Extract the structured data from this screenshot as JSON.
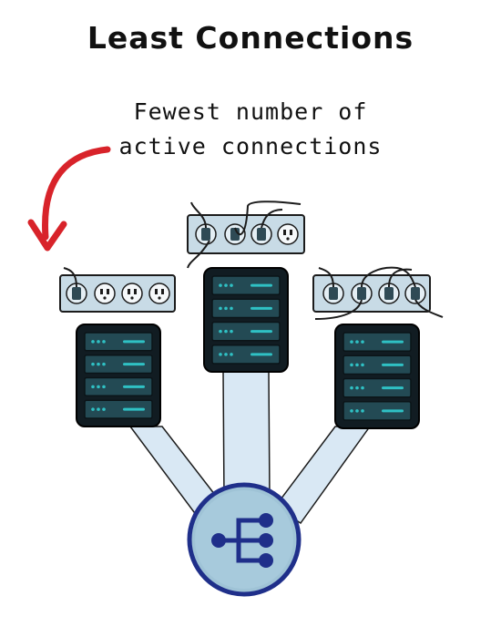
{
  "title": "Least Connections",
  "annotation": {
    "line1": "Fewest number of",
    "line2": "active connections"
  },
  "colors": {
    "arrow": "#d8232a",
    "beam": "#d9e8f4",
    "server_fill": "#234a54",
    "server_frame": "#111c22",
    "server_led": "#2fc1c4",
    "power_strip": "#c8dbe6",
    "balancer_ring": "#1f2f8a",
    "balancer_fill": "#9fc3d6"
  },
  "icons": [
    "curved-arrow-icon",
    "server-icon",
    "power-strip-icon",
    "load-balancer-icon"
  ],
  "servers": [
    {
      "name": "left",
      "outlets_total": 4,
      "outlets_used": 1
    },
    {
      "name": "center",
      "outlets_total": 4,
      "outlets_used": 3
    },
    {
      "name": "right",
      "outlets_total": 4,
      "outlets_used": 4
    }
  ]
}
